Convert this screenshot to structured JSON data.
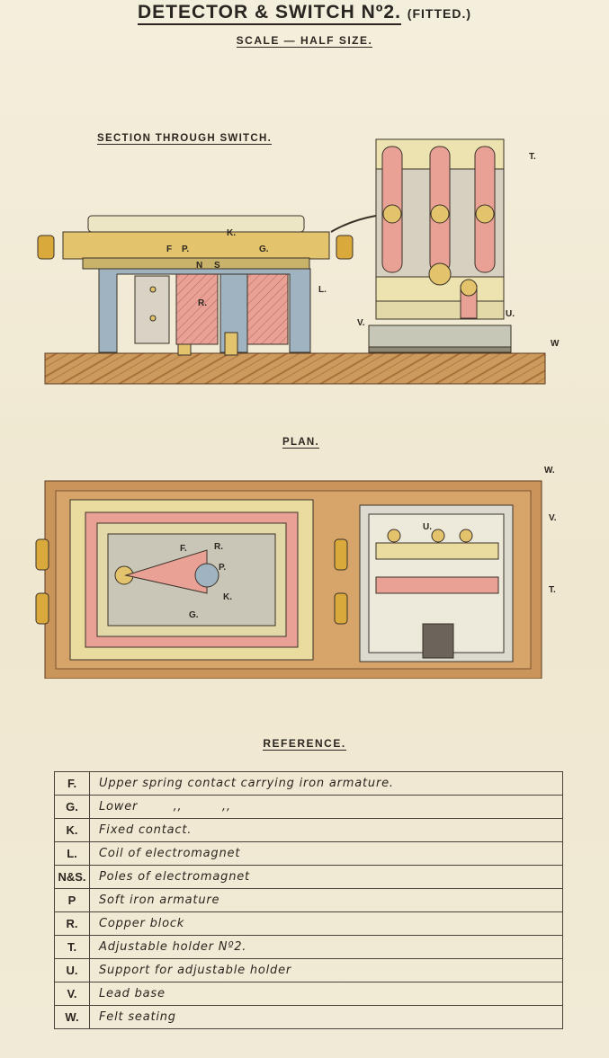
{
  "title": {
    "main": "DETECTOR & SWITCH Nº2.",
    "fitted": "(FITTED.)"
  },
  "scale": "SCALE — HALF SIZE.",
  "section_label": "SECTION THROUGH SWITCH.",
  "plan_label": "PLAN.",
  "section_letters": {
    "T": "T.",
    "K": "K.",
    "F": "F",
    "P": "P.",
    "G": "G.",
    "N": "N",
    "S": "S",
    "R": "R.",
    "L": "L.",
    "V": "V.",
    "U": "U.",
    "W": "W"
  },
  "plan_letters": {
    "W": "W.",
    "V": "V.",
    "T": "T.",
    "U": "U.",
    "F": "F.",
    "R": "R.",
    "P": "P.",
    "K": "K.",
    "G": "G."
  },
  "reference_title": "REFERENCE.",
  "reference": [
    {
      "key": "F.",
      "desc": "Upper spring contact carrying iron armature."
    },
    {
      "key": "G.",
      "desc": "Lower        ,,         ,,"
    },
    {
      "key": "K.",
      "desc": "Fixed contact."
    },
    {
      "key": "L.",
      "desc": "Coil of electromagnet"
    },
    {
      "key": "N&S.",
      "desc": "Poles of electromagnet"
    },
    {
      "key": "P",
      "desc": "Soft iron armature"
    },
    {
      "key": "R.",
      "desc": "Copper block"
    },
    {
      "key": "T.",
      "desc": "Adjustable holder Nº2."
    },
    {
      "key": "U.",
      "desc": "Support for adjustable holder"
    },
    {
      "key": "V.",
      "desc": "Lead base"
    },
    {
      "key": "W.",
      "desc": "Felt seating"
    }
  ],
  "colors": {
    "wood": "#c9955a",
    "brass": "#e3c36b",
    "copper": "#e9a196",
    "iron_blue": "#9fb4c0",
    "lead": "#c7c7b8"
  }
}
